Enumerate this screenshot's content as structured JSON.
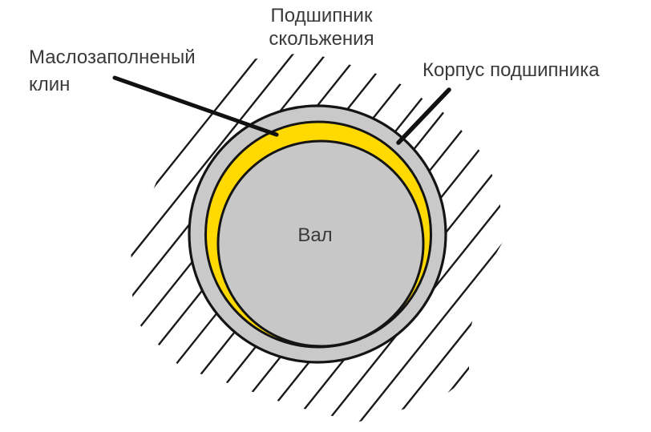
{
  "title": {
    "line1": "Подшипник",
    "line2": "скольжения"
  },
  "labels": {
    "oil_wedge_line1": "Маслозаполненый",
    "oil_wedge_line2": "клин",
    "housing": "Корпус подшипника",
    "shaft": "Вал"
  },
  "colors": {
    "oil": "#FFD900",
    "metal": "#C9C9C9",
    "shaft_metal": "#C7C7C7",
    "outline": "#141414",
    "leader": "#111111",
    "hatch": "#1a1a1a",
    "text": "#3a3a3a"
  }
}
